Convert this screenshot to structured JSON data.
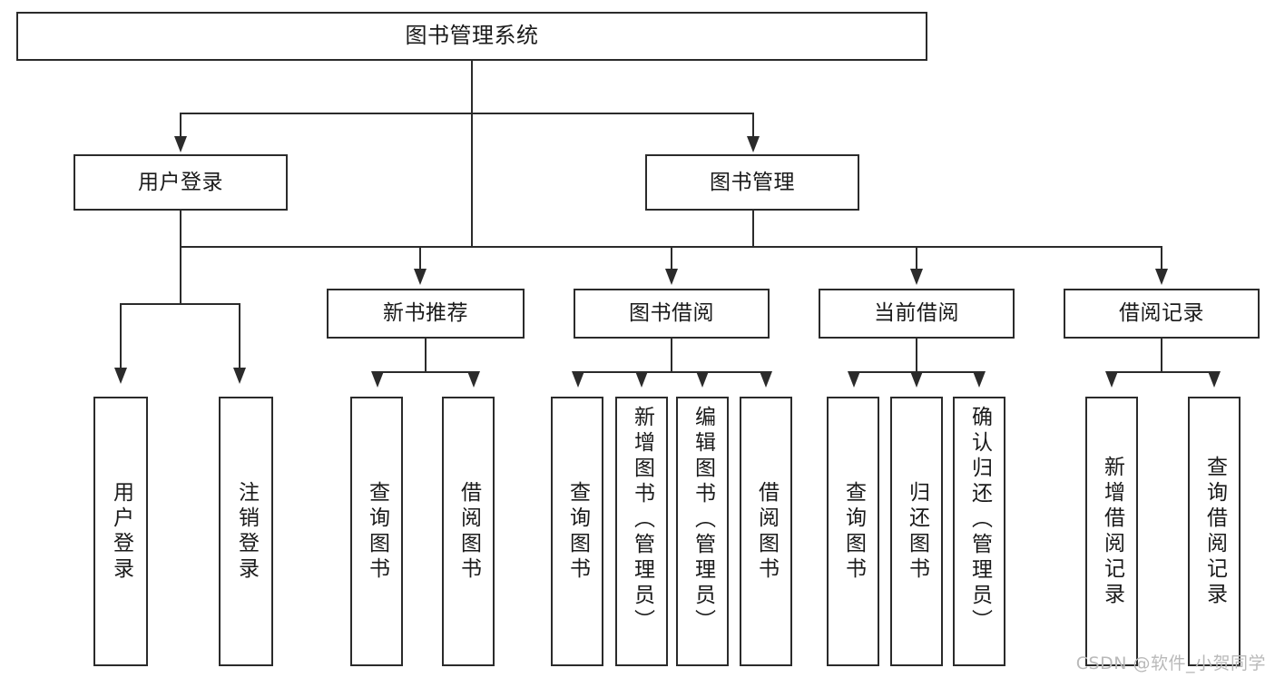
{
  "diagram": {
    "title": "图书管理系统",
    "watermark": "CSDN @软件_小贺同学",
    "colors": {
      "stroke": "#2b2b2b",
      "fill": "#ffffff",
      "text": "#1a1a1a",
      "watermark": "#b9b9b9"
    },
    "levels": {
      "root": {
        "label": "图书管理系统"
      },
      "level2": [
        {
          "id": "user-login",
          "label": "用户登录"
        },
        {
          "id": "book-manage",
          "label": "图书管理"
        }
      ],
      "level3": [
        {
          "id": "new-book-rec",
          "label": "新书推荐"
        },
        {
          "id": "book-borrow",
          "label": "图书借阅"
        },
        {
          "id": "current-borrow",
          "label": "当前借阅"
        },
        {
          "id": "borrow-record",
          "label": "借阅记录"
        }
      ],
      "level4": {
        "user-login": [
          {
            "id": "leaf-user-login",
            "label": "用户登录"
          },
          {
            "id": "leaf-user-logout",
            "label": "注销登录"
          }
        ],
        "new-book-rec": [
          {
            "id": "leaf-query-book-1",
            "label": "查询图书"
          },
          {
            "id": "leaf-borrow-book-1",
            "label": "借阅图书"
          }
        ],
        "book-borrow": [
          {
            "id": "leaf-query-book-2",
            "label": "查询图书"
          },
          {
            "id": "leaf-add-book",
            "label": "新增图书（管理员）"
          },
          {
            "id": "leaf-edit-book",
            "label": "编辑图书（管理员）"
          },
          {
            "id": "leaf-borrow-book-2",
            "label": "借阅图书"
          }
        ],
        "current-borrow": [
          {
            "id": "leaf-query-book-3",
            "label": "查询图书"
          },
          {
            "id": "leaf-return-book",
            "label": "归还图书"
          },
          {
            "id": "leaf-confirm-return",
            "label": "确认归还（管理员）"
          }
        ],
        "borrow-record": [
          {
            "id": "leaf-add-record",
            "label": "新增借阅记录"
          },
          {
            "id": "leaf-query-record",
            "label": "查询借阅记录"
          }
        ]
      }
    }
  }
}
